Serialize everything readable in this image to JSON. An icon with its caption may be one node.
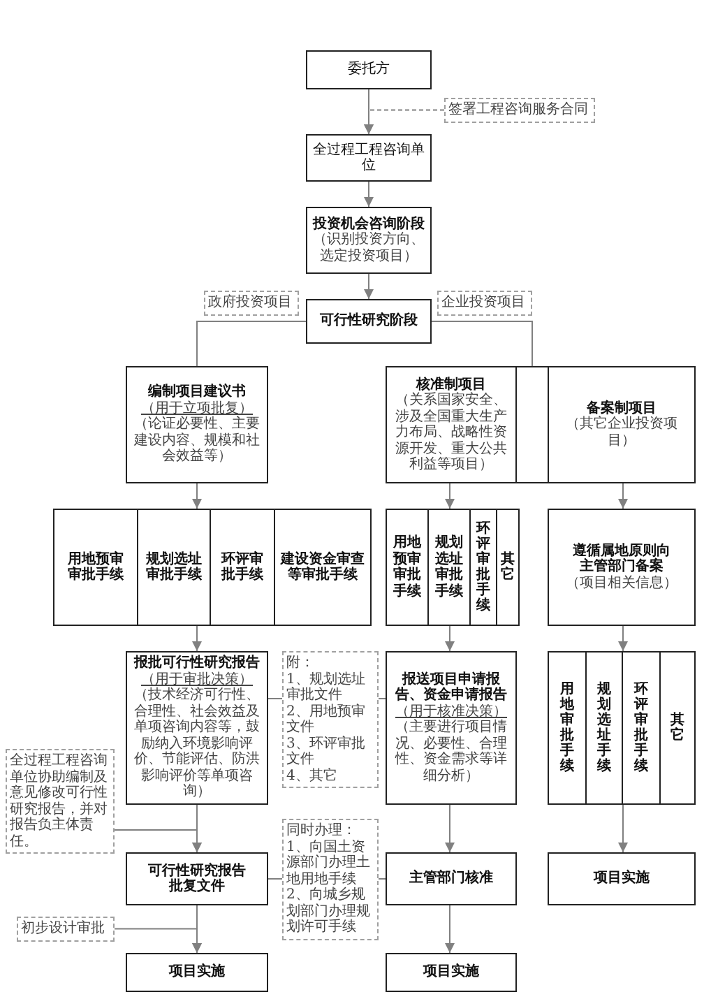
{
  "diagram": {
    "nodes": [
      {
        "text": [
          "委托方"
        ]
      },
      {
        "text": [
          "签署工程咨询服务合同"
        ]
      },
      {
        "text": [
          "全过程工程咨询单位"
        ]
      },
      {
        "text": [
          "投资机会咨询阶段",
          "（识别投资方向、选定投资项目）"
        ]
      },
      {
        "text": [
          "政府投资项目"
        ]
      },
      {
        "text": [
          "可行性研究阶段"
        ]
      },
      {
        "text": [
          "企业投资项目"
        ]
      },
      {
        "text": [
          "编制项目建议书",
          "（用于立项批复）",
          "（论证必要性、主要建设内容、规模和社会效益等）"
        ]
      },
      {
        "text": [
          "核准制项目",
          "（关系国家安全、涉及全国重大生产力布局、战略性资源开发、重大公共利益等项目）"
        ]
      },
      {
        "text": [],
        "shape": "box"
      },
      {
        "text": [
          "备案制项目",
          "（其它企业投资项目）"
        ]
      },
      {
        "text": [
          "用地预审审批手续"
        ]
      },
      {
        "text": [
          "规划选址审批手续"
        ]
      },
      {
        "text": [
          "环评审批手续"
        ]
      },
      {
        "text": [
          "建设资金审查等审批手续"
        ]
      },
      {
        "text": [
          "用地预审审批手续"
        ]
      },
      {
        "text": [
          "规划选址审批手续"
        ]
      },
      {
        "text": [
          "环评审批手续"
        ]
      },
      {
        "text": [
          "其它"
        ]
      },
      {
        "text": [
          "遵循属地原则向主管部门备案",
          "（项目相关信息）"
        ]
      },
      {
        "text": [
          "报批可行性研究报告",
          "（用于审批决策）",
          "（技术经济可行性、合理性、社会效益及单项咨询内容等，鼓励纳入环境影响评价、节能评估、防洪影响评价等单项咨询）"
        ]
      },
      {
        "text": [
          "附：",
          "1、规划选址审批文件",
          "2、用地预审文件",
          "3、环评审批文件",
          "4、其它"
        ]
      },
      {
        "text": [
          "报送项目申请报告、资金申请报告",
          "（用于核准决策）",
          "（主要进行项目情况、必要性、合理性、资金需求等详细分析）"
        ]
      },
      {
        "text": [
          "用地审批手续"
        ]
      },
      {
        "text": [
          "规划选址手续"
        ]
      },
      {
        "text": [
          "环评审批手续"
        ]
      },
      {
        "text": [
          "其它"
        ]
      },
      {
        "text": [
          "全过程工程咨询单位协助编制及意见修改可行性研究报告，并对报告负主体责任。"
        ]
      },
      {
        "text": [
          "可行性研究报告批复文件"
        ]
      },
      {
        "text": [
          "同时办理：",
          "1、向国土资源部门办理土地用地手续",
          "2、向城乡规划部门办理规划许可手续"
        ]
      },
      {
        "text": [
          "主管部门核准"
        ]
      },
      {
        "text": [
          "项目实施"
        ]
      },
      {
        "text": [
          "初步设计审批"
        ]
      },
      {
        "text": [
          "项目实施"
        ]
      },
      {
        "text": [
          "项目实施"
        ]
      }
    ],
    "edges": [
      {
        "from": 0,
        "to": 2,
        "arrow": "to"
      },
      {
        "from": 1,
        "to": 2,
        "arrow": "to",
        "style": "dashed"
      },
      {
        "from": 2,
        "to": 3,
        "arrow": "to"
      },
      {
        "from": 3,
        "to": 5,
        "arrow": "to"
      },
      {
        "from": 5,
        "to": 7,
        "arrow": "none"
      },
      {
        "from": 5,
        "to": 9,
        "arrow": "none"
      },
      {
        "from": 7,
        "to": 12,
        "arrow": "to"
      },
      {
        "from": 8,
        "to": 16,
        "arrow": "to"
      },
      {
        "from": 10,
        "to": 19,
        "arrow": "to"
      },
      {
        "from": 12,
        "to": 20,
        "arrow": "to"
      },
      {
        "from": 16,
        "to": 22,
        "arrow": "to"
      },
      {
        "from": 19,
        "to": 25,
        "arrow": "to"
      },
      {
        "from": 25,
        "to": 31,
        "arrow": "to"
      },
      {
        "from": 20,
        "to": 21,
        "arrow": "none"
      },
      {
        "from": 21,
        "to": 22,
        "arrow": "none"
      },
      {
        "from": 20,
        "to": 28,
        "arrow": "to"
      },
      {
        "from": 27,
        "to": 28,
        "arrow": "to"
      },
      {
        "from": 28,
        "to": 29,
        "arrow": "none"
      },
      {
        "from": 29,
        "to": 30,
        "arrow": "none"
      },
      {
        "from": 22,
        "to": 30,
        "arrow": "to"
      },
      {
        "from": 28,
        "to": 33,
        "arrow": "to"
      },
      {
        "from": 32,
        "to": 33,
        "arrow": "to"
      },
      {
        "from": 30,
        "to": 34,
        "arrow": "to"
      }
    ]
  }
}
